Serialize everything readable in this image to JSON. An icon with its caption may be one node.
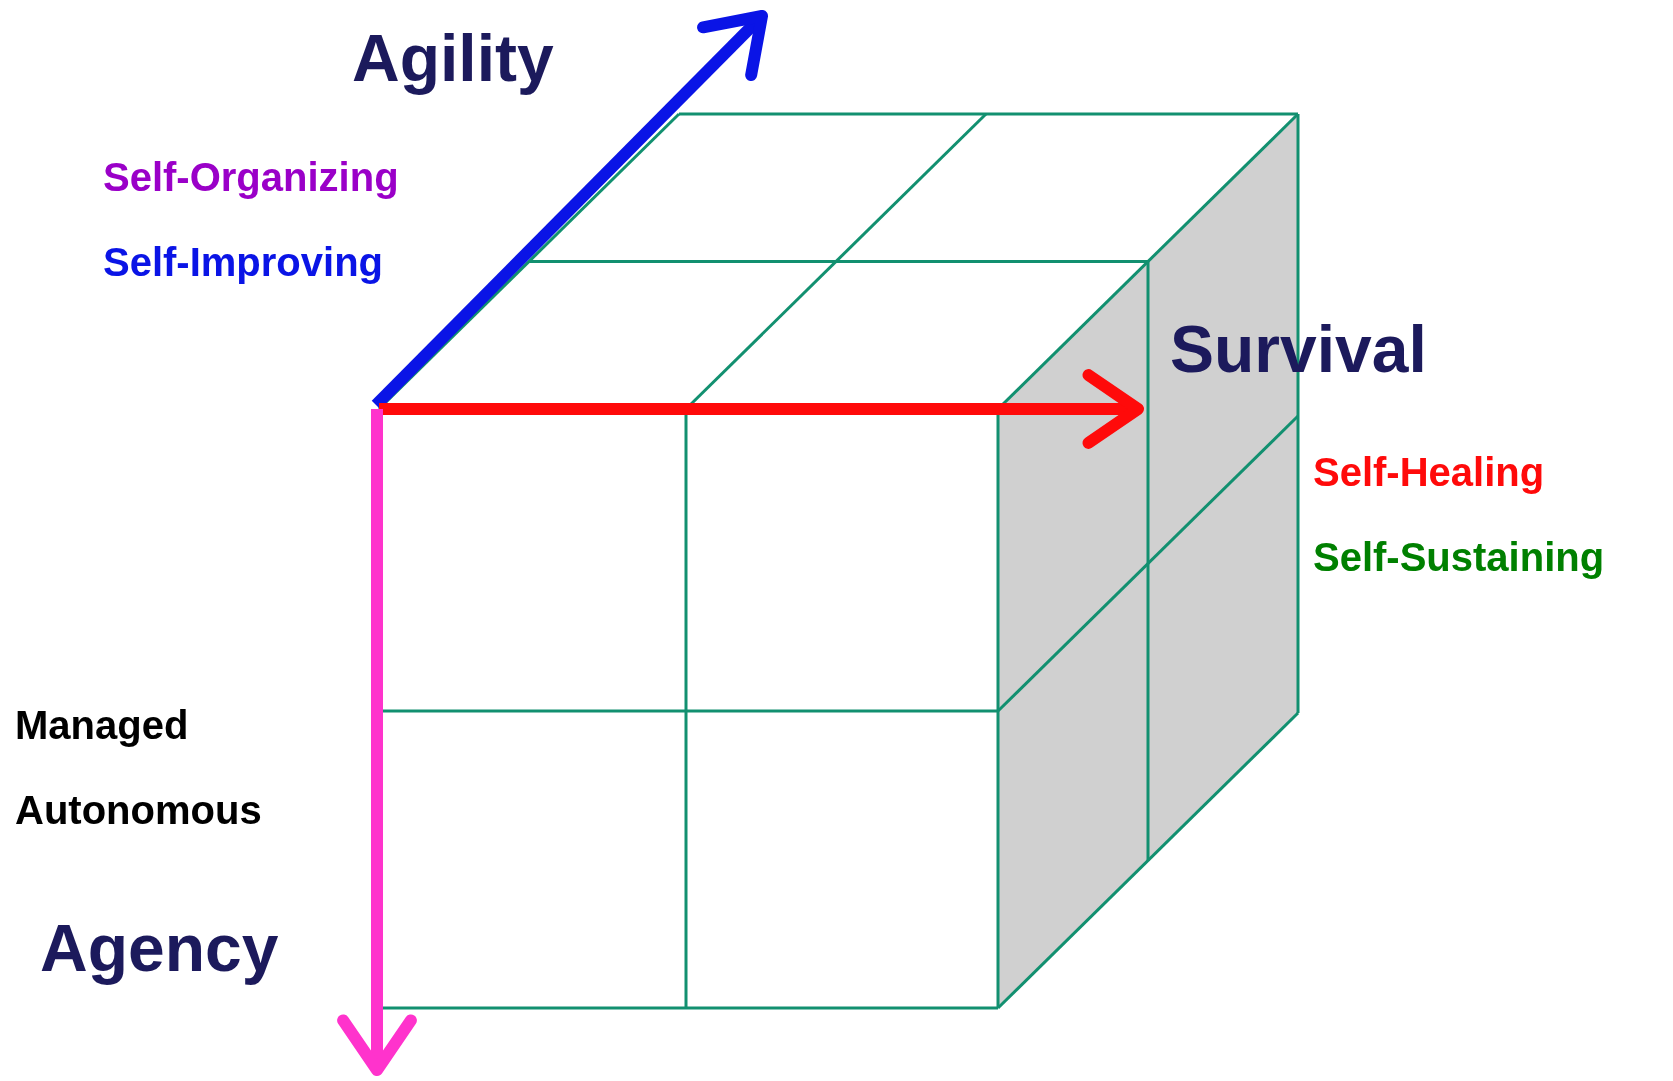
{
  "diagram": {
    "labels": [
      "Agility",
      "Self-Organizing",
      "Self-Improving",
      "Survival",
      "Self-Healing",
      "Self-Sustaining",
      "Managed",
      "Autonomous",
      "Agency"
    ]
  }
}
